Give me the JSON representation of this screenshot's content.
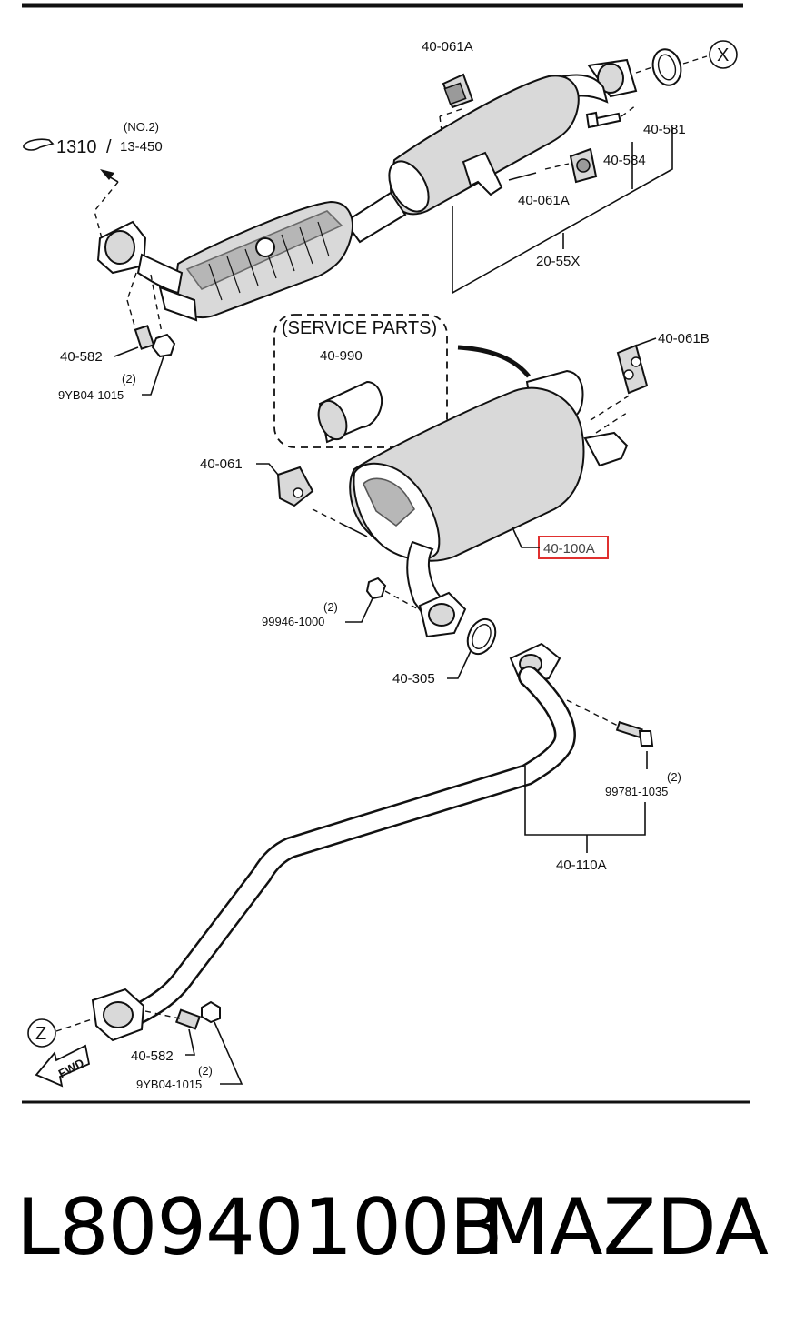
{
  "diagram": {
    "labels": {
      "p_40_061a_top": "40-061A",
      "p_no2": "(NO.2)",
      "p_1310": "1310",
      "p_slash": "/",
      "p_13_450": "13-450",
      "p_x": "X",
      "p_40_581": "40-581",
      "p_40_584": "40-584",
      "p_40_061a_mid": "40-061A",
      "p_20_55x": "20-55X",
      "p_40_582_top": "40-582",
      "p_2_a": "(2)",
      "p_9yb04_top": "9YB04-1015",
      "p_service_parts": "(SERVICE PARTS)",
      "p_40_990": "40-990",
      "p_40_061b": "40-061B",
      "p_40_061": "40-061",
      "p_40_100a": "40-100A",
      "p_2_b": "(2)",
      "p_99946": "99946-1000",
      "p_40_305": "40-305",
      "p_2_c": "(2)",
      "p_99781": "99781-1035",
      "p_40_110a": "40-110A",
      "p_z": "Z",
      "p_fwd": "FWD",
      "p_40_582_bot": "40-582",
      "p_2_d": "(2)",
      "p_9yb04_bot": "9YB04-1015"
    },
    "highlight_color": "#e0302f"
  },
  "footer": {
    "part_number": "L80940100B",
    "brand": "MAZDA"
  }
}
